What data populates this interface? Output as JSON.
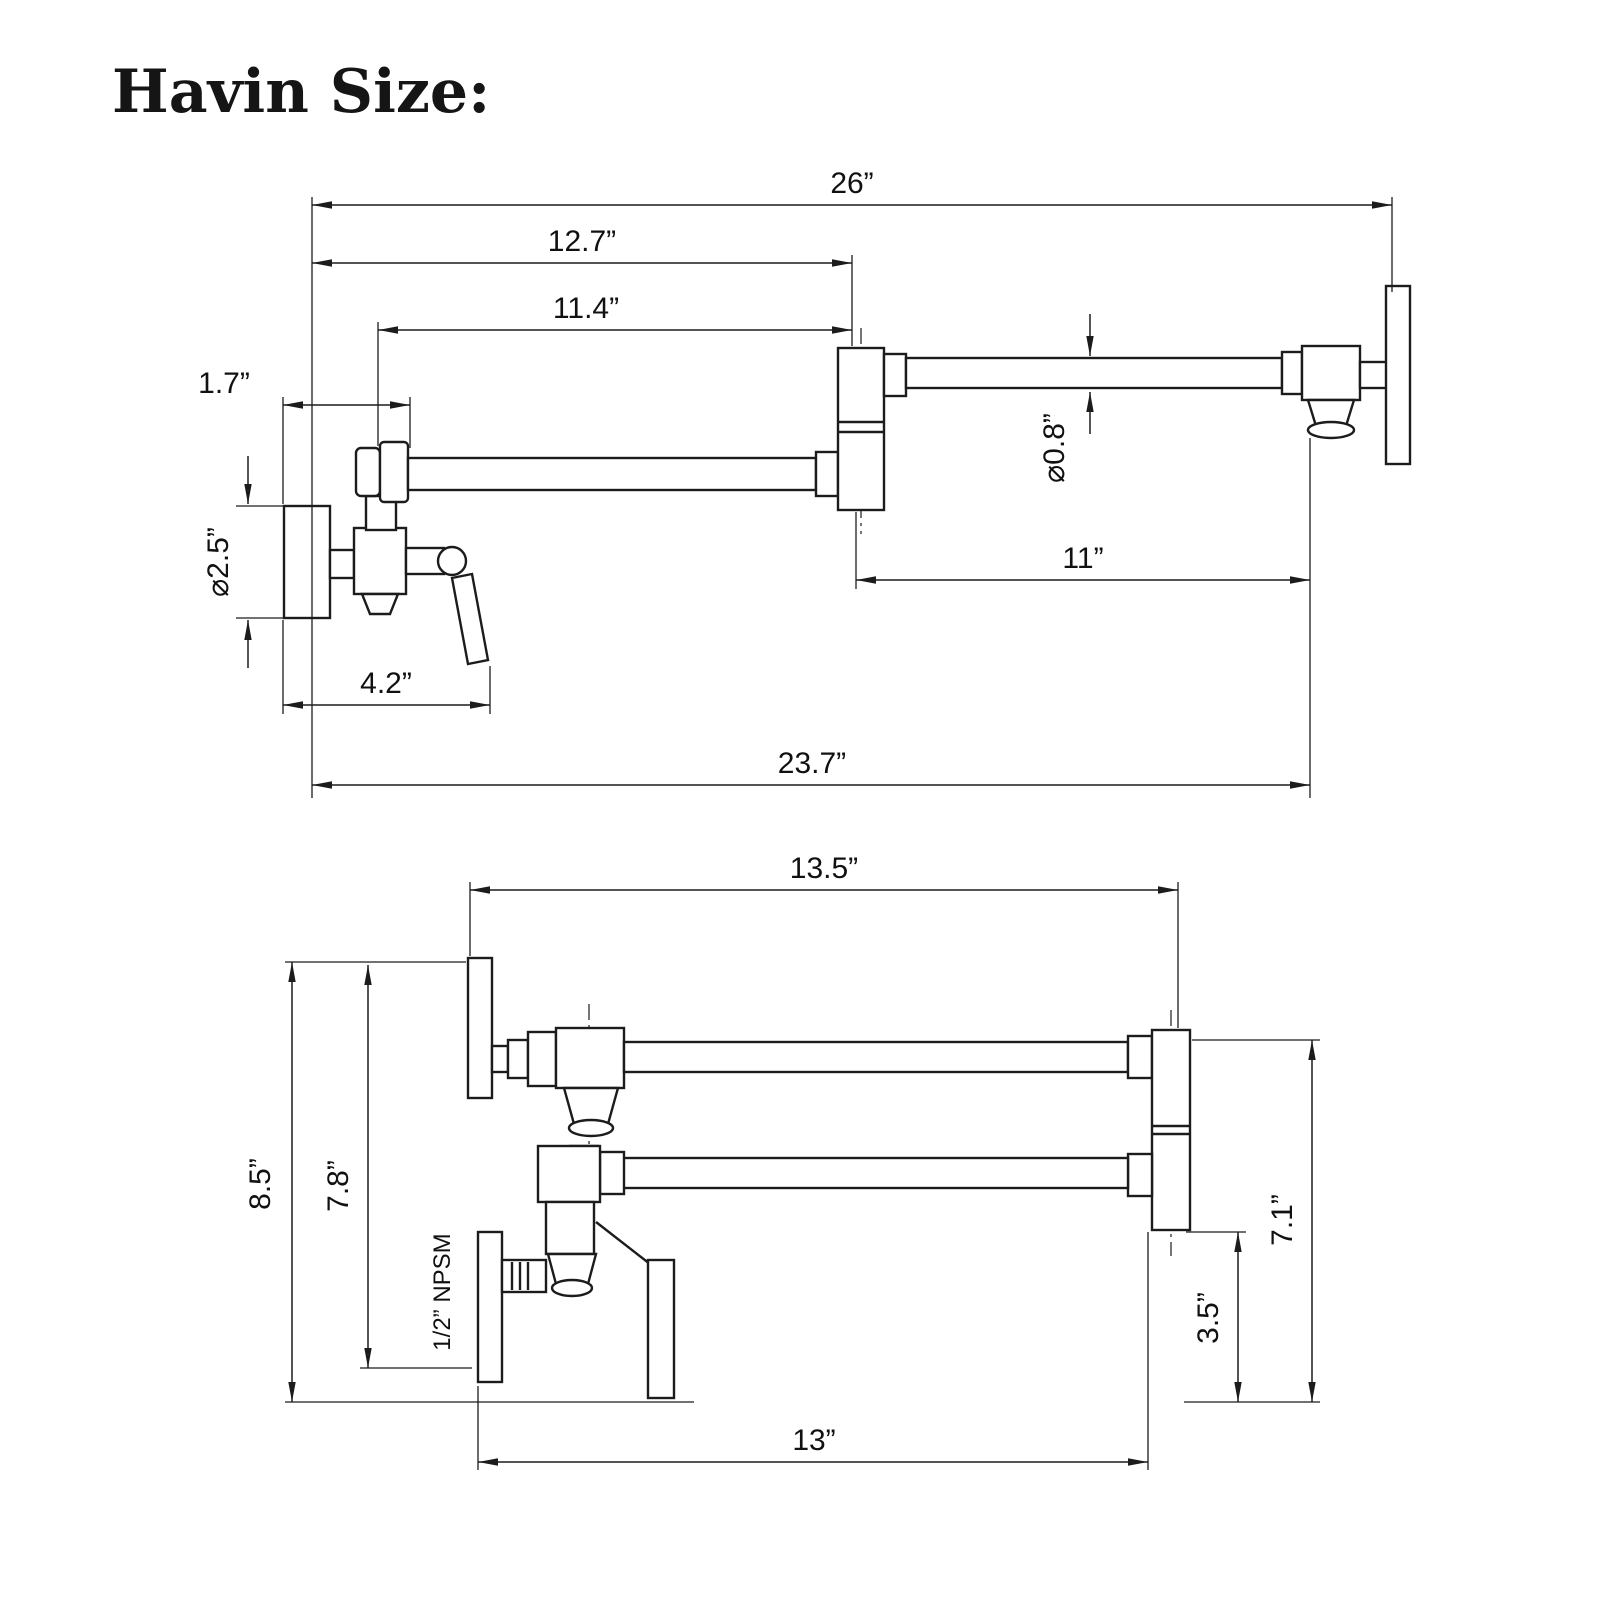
{
  "title": "Havin Size:",
  "ext": {
    "d26": "26”",
    "d12_7": "12.7”",
    "d11_4": "11.4”",
    "d1_7": "1.7”",
    "dia2_5": "⌀2.5”",
    "dia0_8": "⌀0.8”",
    "d11": "11”",
    "d4_2": "4.2”",
    "d23_7": "23.7”"
  },
  "fold": {
    "d13_5": "13.5”",
    "d8_5": "8.5”",
    "d7_8": "7.8”",
    "npsm": "1/2” NPSM",
    "d3_5": "3.5”",
    "d7_1": "7.1”",
    "d13": "13”"
  }
}
